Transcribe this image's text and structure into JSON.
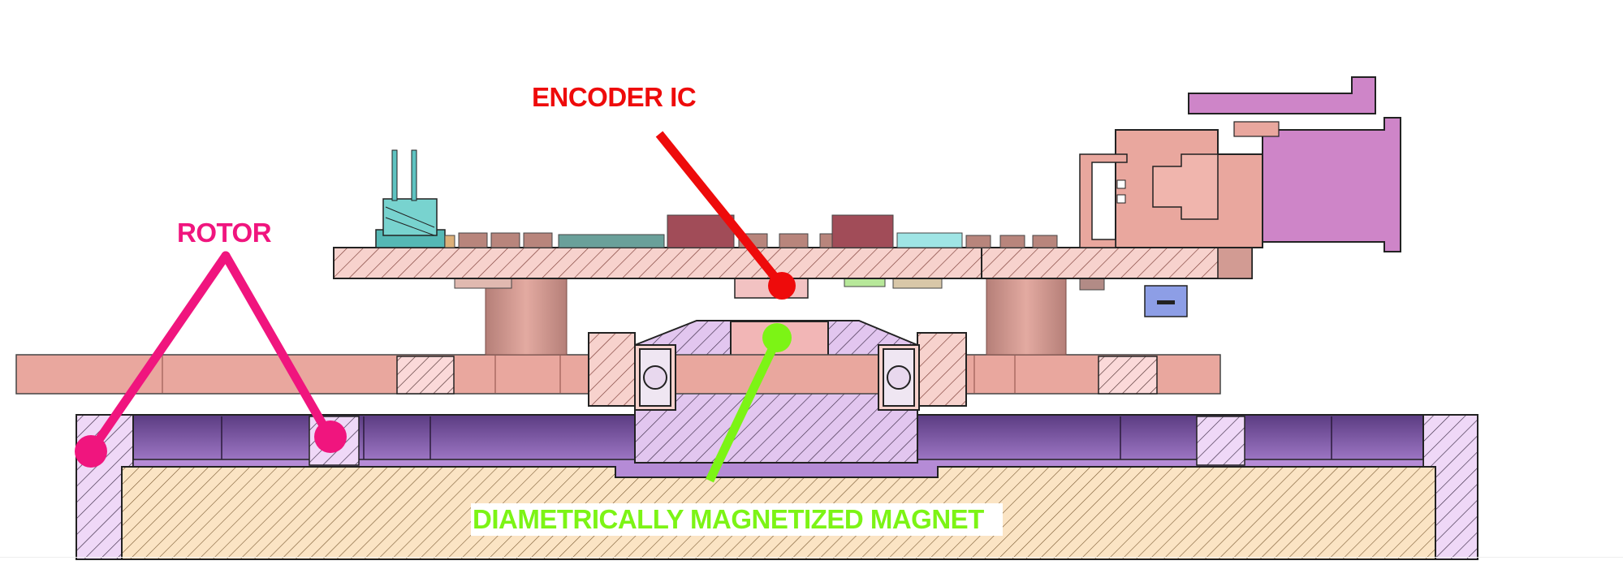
{
  "labels": {
    "encoder_ic": "ENCODER IC",
    "rotor": "ROTOR",
    "magnet": "DIAMETRICALLY MAGNETIZED MAGNET"
  },
  "colors": {
    "encoder_callout": "#ee0b0b",
    "rotor_callout": "#f0157e",
    "magnet_callout": "#7cf415",
    "pcb_fill": "#f7d2cd",
    "spacer_fill": "#e4a79d",
    "rotor_fill": "#9b6fbf",
    "rotor_inner": "#6d4a94",
    "housing_fill": "#efd6f6",
    "magnet_body": "#fbe6c6",
    "connector_fill": "#ce85c8",
    "chip_dark": "#a14c58",
    "chip_cyan": "#9fe5e5",
    "chip_blue": "#8d9ee6"
  },
  "icons": [
    "header-pins-icon",
    "connector-icon",
    "bearing-icon"
  ]
}
